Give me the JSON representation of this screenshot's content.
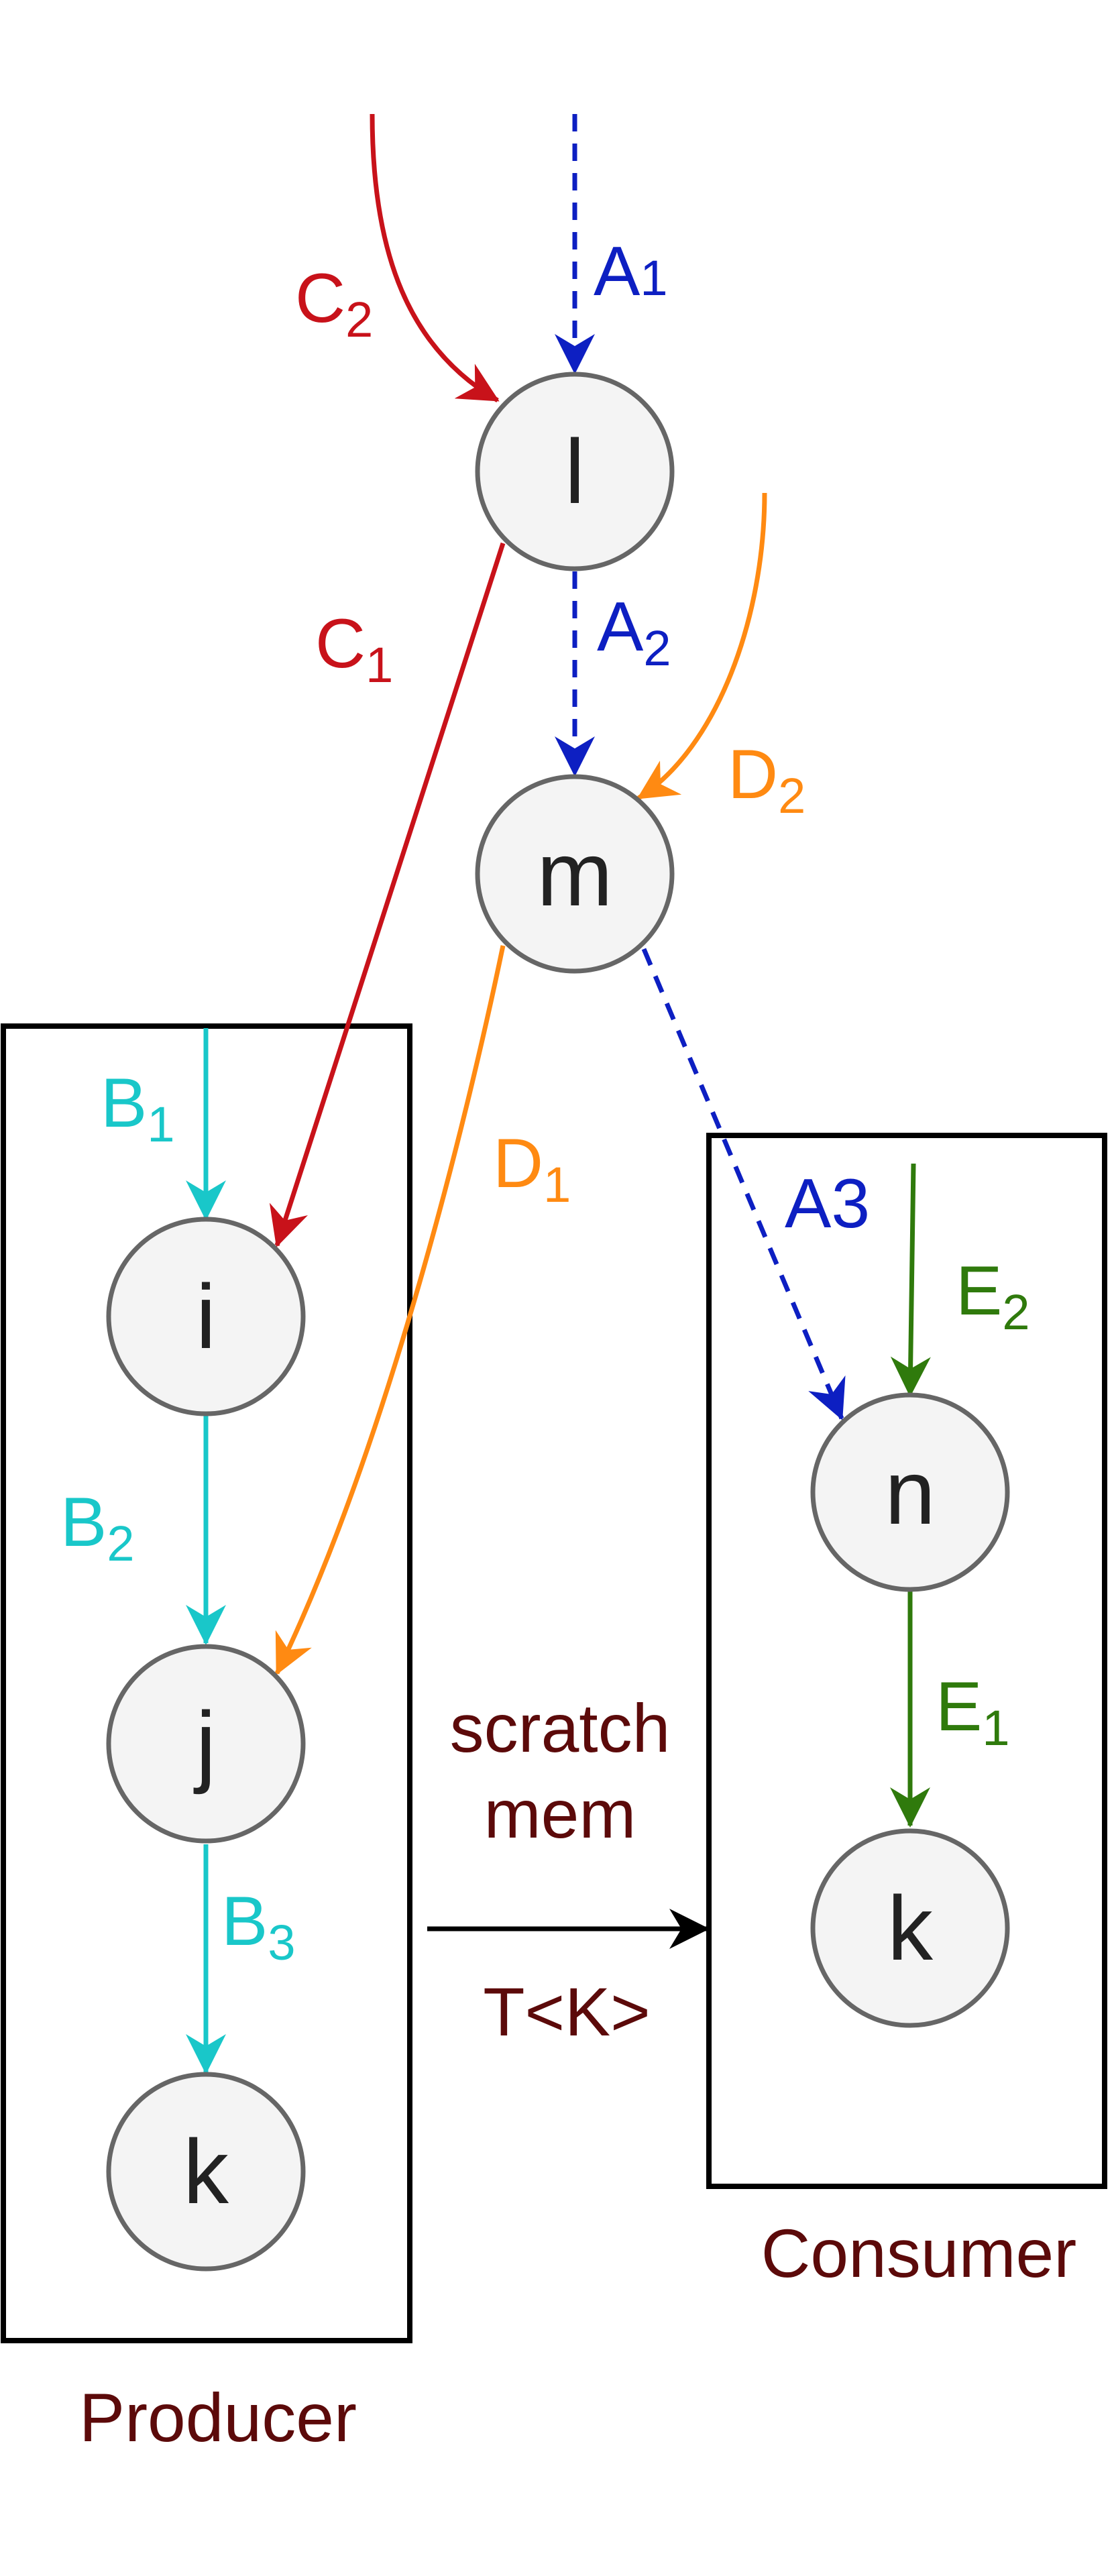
{
  "colors": {
    "A": "#0d1fc2",
    "B": "#19c7c9",
    "C": "#c8121a",
    "D": "#ff8a12",
    "E": "#2f7a0c",
    "transfer": "#000000",
    "caption": "#5c0a0a",
    "node_fill": "#f4f4f4",
    "node_stroke": "#666666"
  },
  "nodes": {
    "l": "l",
    "m": "m",
    "i": "i",
    "j": "j",
    "k_producer": "k",
    "n": "n",
    "k_consumer": "k"
  },
  "edge_labels": {
    "A1": {
      "main": "A",
      "sub": "1"
    },
    "A2": {
      "main": "A",
      "sub": "2"
    },
    "A3": {
      "main": "A3"
    },
    "B1": {
      "main": "B",
      "sub": "1"
    },
    "B2": {
      "main": "B",
      "sub": "2"
    },
    "B3": {
      "main": "B",
      "sub": "3"
    },
    "C1": {
      "main": "C",
      "sub": "1"
    },
    "C2": {
      "main": "C",
      "sub": "2"
    },
    "D1": {
      "main": "D",
      "sub": "1"
    },
    "D2": {
      "main": "D",
      "sub": "2"
    },
    "E1": {
      "main": "E",
      "sub": "1"
    },
    "E2": {
      "main": "E",
      "sub": "2"
    }
  },
  "transfer": {
    "line1": "scratch",
    "line2": "mem",
    "type": "T<K>"
  },
  "boxes": {
    "producer": "Producer",
    "consumer": "Consumer"
  }
}
